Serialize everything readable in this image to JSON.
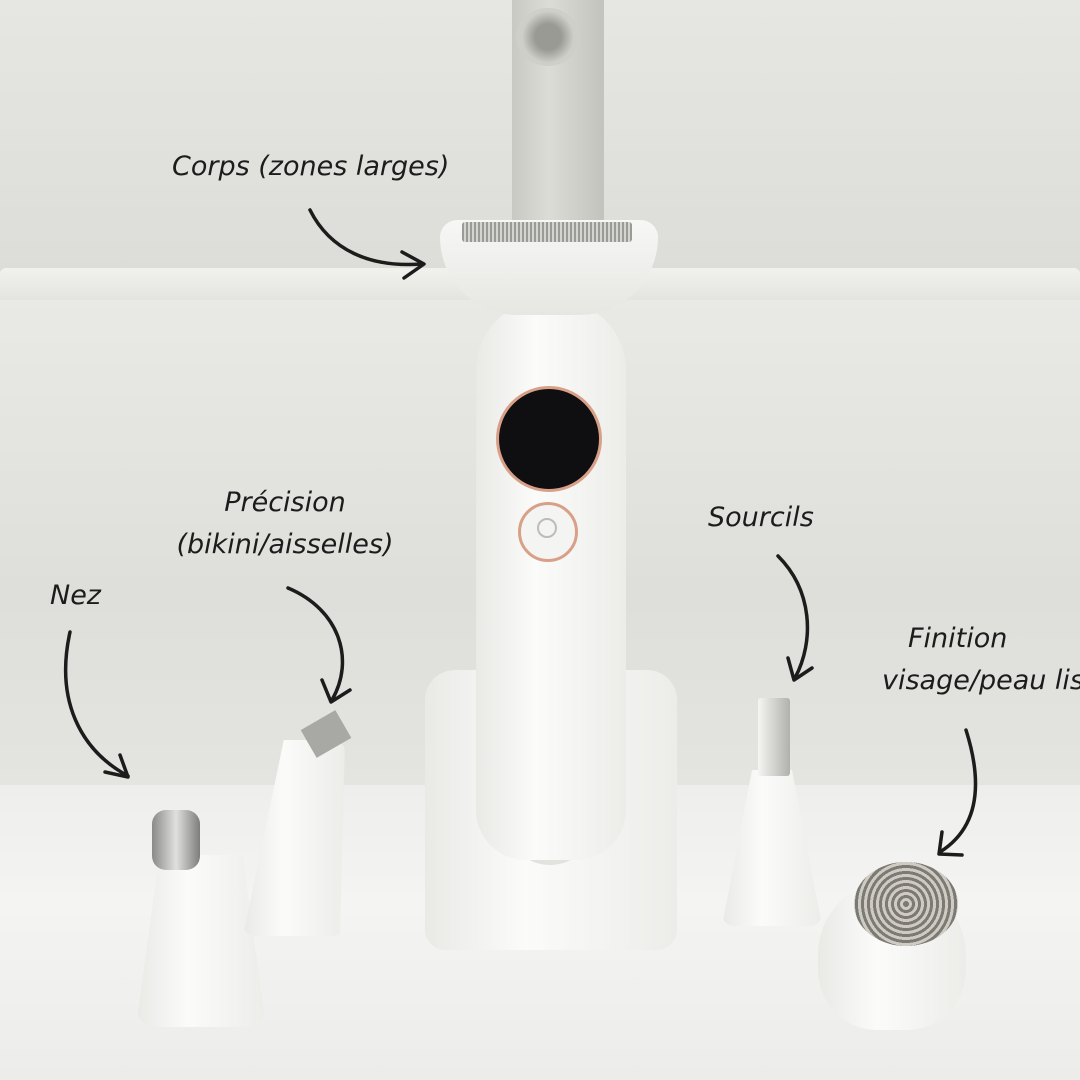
{
  "labels": {
    "body": "Corps (zones larges)",
    "precision_line1": "Précision",
    "precision_line2": "(bikini/aisselles)",
    "nose": "Nez",
    "eyebrows": "Sourcils",
    "finish_line1": "Finition",
    "finish_line2": "visage/peau lisse"
  },
  "colors": {
    "accent_ring": "#d9a088",
    "text": "#1c1c1c"
  }
}
